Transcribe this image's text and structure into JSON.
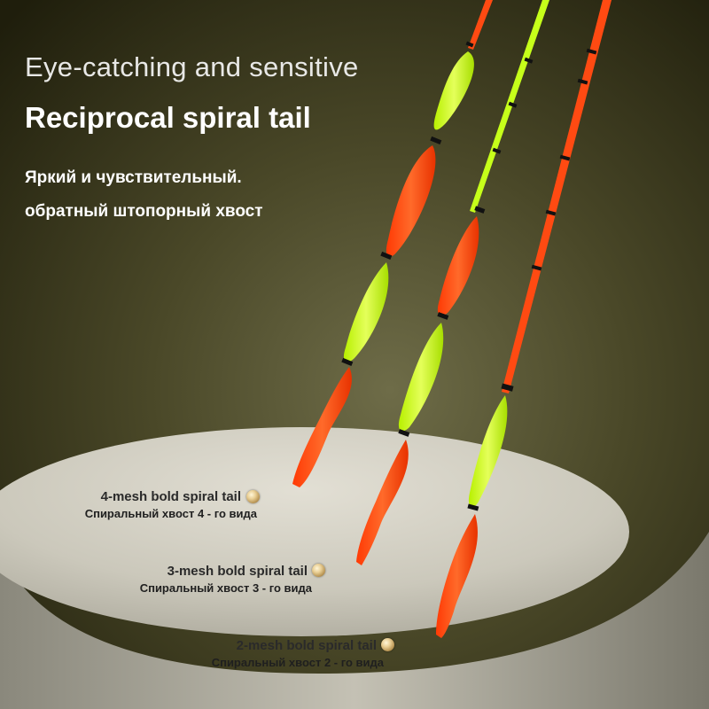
{
  "headline": {
    "line1": "Eye-catching and sensitive",
    "line2": "Reciprocal spiral tail"
  },
  "subtitle_ru": {
    "line1": "Яркий и чувствительный.",
    "line2": "обратный штопорный хвост"
  },
  "labels": [
    {
      "en": "4-mesh bold spiral tail",
      "ru": "Спиральный хвост 4 - го вида"
    },
    {
      "en": "3-mesh bold spiral tail",
      "ru": "Спиральный хвост 3 - го вида"
    },
    {
      "en": "2-mesh bold spiral tail",
      "ru": "Спиральный хвост 2 - го вида"
    }
  ],
  "colors": {
    "background_dark": "#2a2a14",
    "background_glow": "#6b6a45",
    "cylinder_top": "#cfccbf",
    "float_orange": "#ff4a12",
    "float_green": "#c6ff1a",
    "marker_dot": "#d8bd84"
  }
}
